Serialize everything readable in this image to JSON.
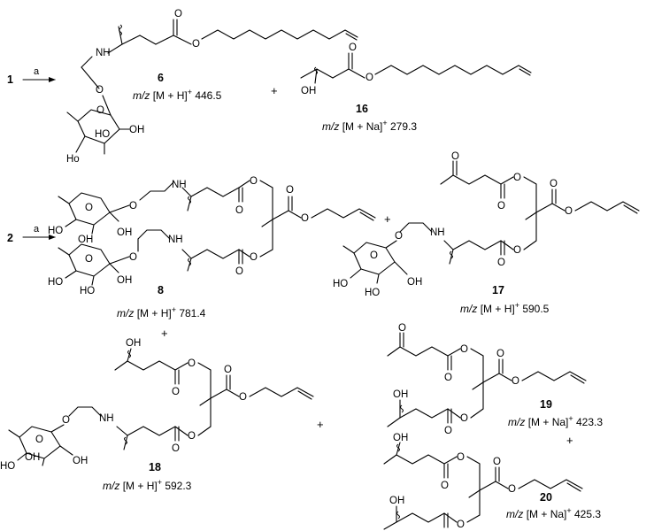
{
  "reactions": [
    {
      "reactant": "1",
      "reagent": "a"
    },
    {
      "reactant": "2",
      "reagent": "a"
    }
  ],
  "compounds": [
    {
      "id": "c6",
      "number": "6",
      "ms": {
        "mz": "m/z",
        "ion": "[M + H]",
        "sup": "+",
        "value": "446.5"
      }
    },
    {
      "id": "c16",
      "number": "16",
      "ms": {
        "mz": "m/z",
        "ion": "[M + Na]",
        "sup": "+",
        "value": "279.3"
      }
    },
    {
      "id": "c8",
      "number": "8",
      "ms": {
        "mz": "m/z",
        "ion": "[M + H]",
        "sup": "+",
        "value": "781.4"
      }
    },
    {
      "id": "c17",
      "number": "17",
      "ms": {
        "mz": "m/z",
        "ion": "[M + H]",
        "sup": "+",
        "value": "590.5"
      }
    },
    {
      "id": "c18",
      "number": "18",
      "ms": {
        "mz": "m/z",
        "ion": "[M + H]",
        "sup": "+",
        "value": "592.3"
      }
    },
    {
      "id": "c19",
      "number": "19",
      "ms": {
        "mz": "m/z",
        "ion": "[M + Na]",
        "sup": "+",
        "value": "423.3"
      }
    },
    {
      "id": "c20",
      "number": "20",
      "ms": {
        "mz": "m/z",
        "ion": "[M + Na]",
        "sup": "+",
        "value": "425.3"
      }
    }
  ],
  "atoms": {
    "O": "O",
    "NH": "NH",
    "OH": "OH",
    "HO": "HO",
    "Ho": "Ho"
  },
  "symbols": {
    "plus": "+"
  }
}
